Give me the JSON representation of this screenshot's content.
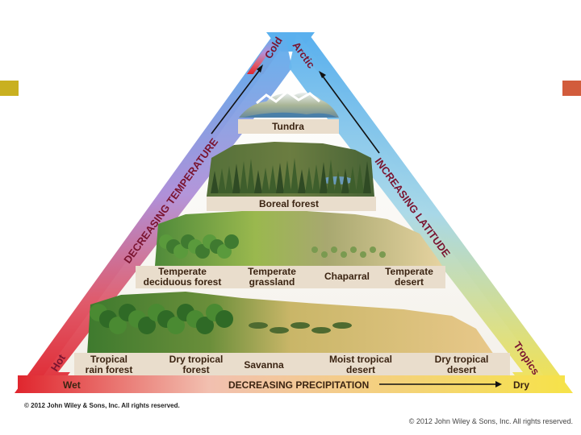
{
  "colors": {
    "marker_left": "#c9b020",
    "marker_right": "#d25c3c",
    "triangle_top": "#4aa0e0",
    "triangle_left_bottom": "#e0262e",
    "triangle_right_bottom": "#f6e24a",
    "label_bar": "#e9ddcc",
    "label_text": "#3b2412",
    "side_text": "#7a1430"
  },
  "corners": {
    "top_left": "Cold",
    "top_right": "Arctic",
    "bottom_left": "Hot",
    "bottom_right": "Tropics"
  },
  "axes": {
    "temperature": "DECREASING TEMPERATURE",
    "latitude": "INCREASING LATITUDE",
    "precipitation": "DECREASING PRECIPITATION",
    "wet": "Wet",
    "dry": "Dry"
  },
  "biomes": {
    "tundra": "Tundra",
    "boreal": "Boreal forest",
    "temp_deciduous_1": "Temperate",
    "temp_deciduous_2": "deciduous forest",
    "temp_grassland_1": "Temperate",
    "temp_grassland_2": "grassland",
    "chaparral": "Chaparral",
    "temp_desert_1": "Temperate",
    "temp_desert_2": "desert",
    "trop_rain_1": "Tropical",
    "trop_rain_2": "rain forest",
    "dry_trop_forest_1": "Dry tropical",
    "dry_trop_forest_2": "forest",
    "savanna": "Savanna",
    "moist_trop_desert_1": "Moist tropical",
    "moist_trop_desert_2": "desert",
    "dry_trop_desert_1": "Dry tropical",
    "dry_trop_desert_2": "desert"
  },
  "copyright_small": "© 2012 John Wiley & Sons, Inc. All rights reserved.",
  "copyright_slide": "© 2012 John Wiley & Sons, Inc. All rights reserved."
}
